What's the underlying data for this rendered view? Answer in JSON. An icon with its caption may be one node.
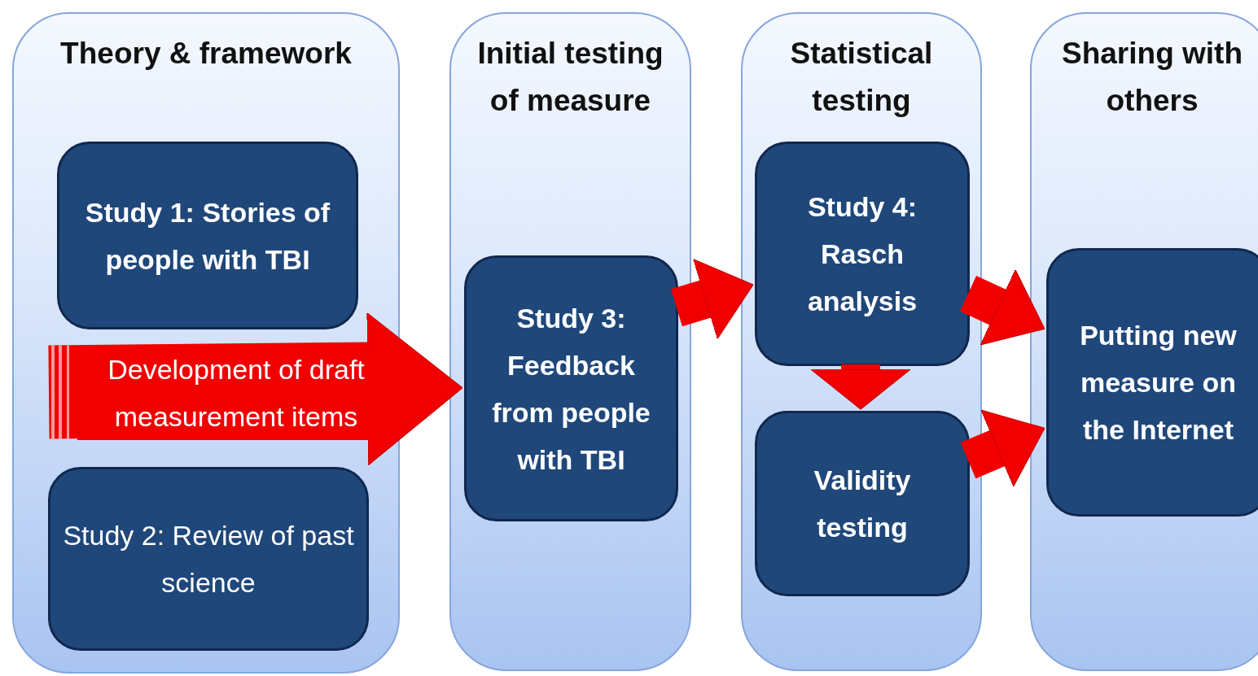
{
  "diagram": {
    "nodes": [
      {
        "text": [
          "Theory & framework"
        ]
      },
      {
        "text": [
          "Study 1: Stories of people with TBI"
        ],
        "in": 0
      },
      {
        "text": [
          "Study 2: Review of past science"
        ],
        "in": 0
      },
      {
        "text": [
          "Initial testing of measure"
        ]
      },
      {
        "text": [
          "Study 3: Feedback from people with TBI"
        ],
        "in": 3
      },
      {
        "text": [
          "Statistical testing"
        ]
      },
      {
        "text": [
          "Study 4: Rasch analysis"
        ],
        "in": 5
      },
      {
        "text": [
          "Validity testing"
        ],
        "in": 5
      },
      {
        "text": [
          "Sharing with others"
        ]
      },
      {
        "text": [
          "Putting new measure on the Internet"
        ],
        "in": 8
      }
    ],
    "edges": [
      {
        "from": null,
        "to": 4,
        "arrow": "to",
        "label": "Development of draft measurement items"
      },
      {
        "from": 4,
        "to": 6,
        "arrow": "to"
      },
      {
        "from": 6,
        "to": 7,
        "arrow": "to"
      },
      {
        "from": 6,
        "to": 9,
        "arrow": "to"
      },
      {
        "from": 7,
        "to": 9,
        "arrow": "to"
      }
    ]
  }
}
